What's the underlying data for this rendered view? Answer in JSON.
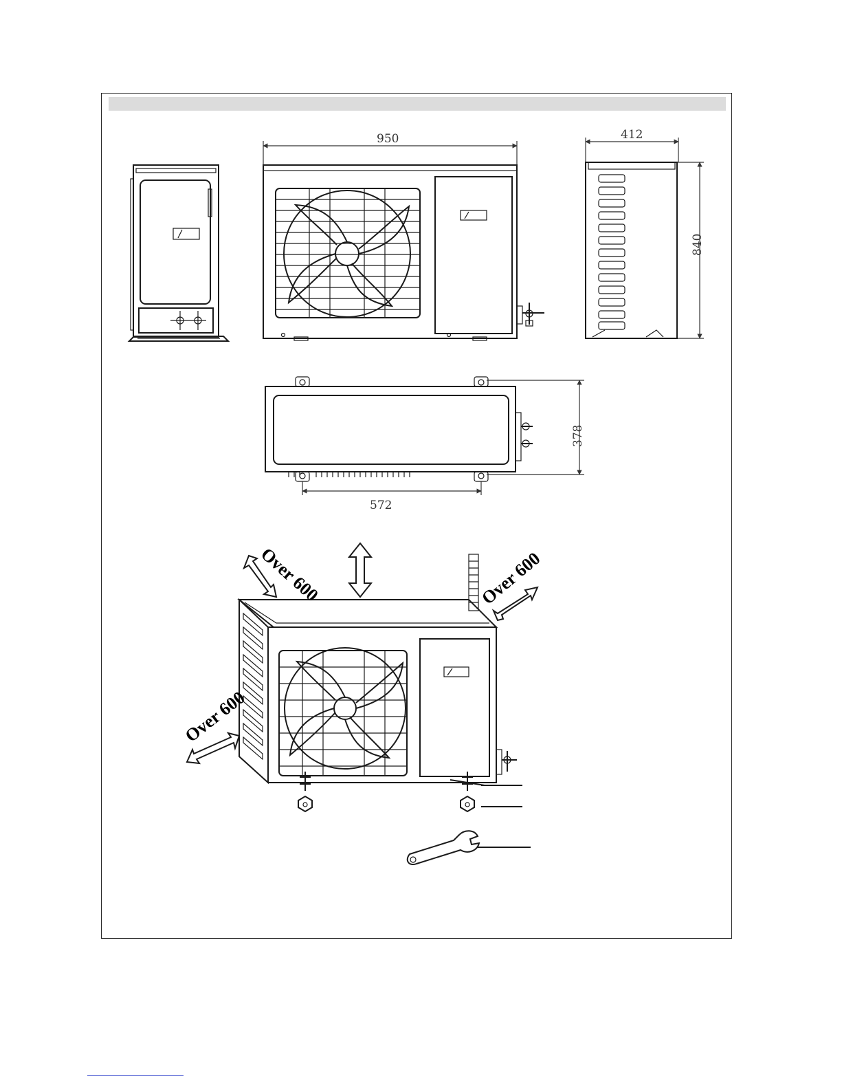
{
  "dimensions": {
    "width_front": "950",
    "depth_side": "412",
    "height_side": "840",
    "depth_top": "378",
    "mount_spacing": "572"
  },
  "clearance": {
    "top_left": "Over 600",
    "right": "Over 600",
    "left": "Over 600"
  },
  "colors": {
    "line": "#1a1a1a",
    "header_bar": "#dcdcdc"
  }
}
